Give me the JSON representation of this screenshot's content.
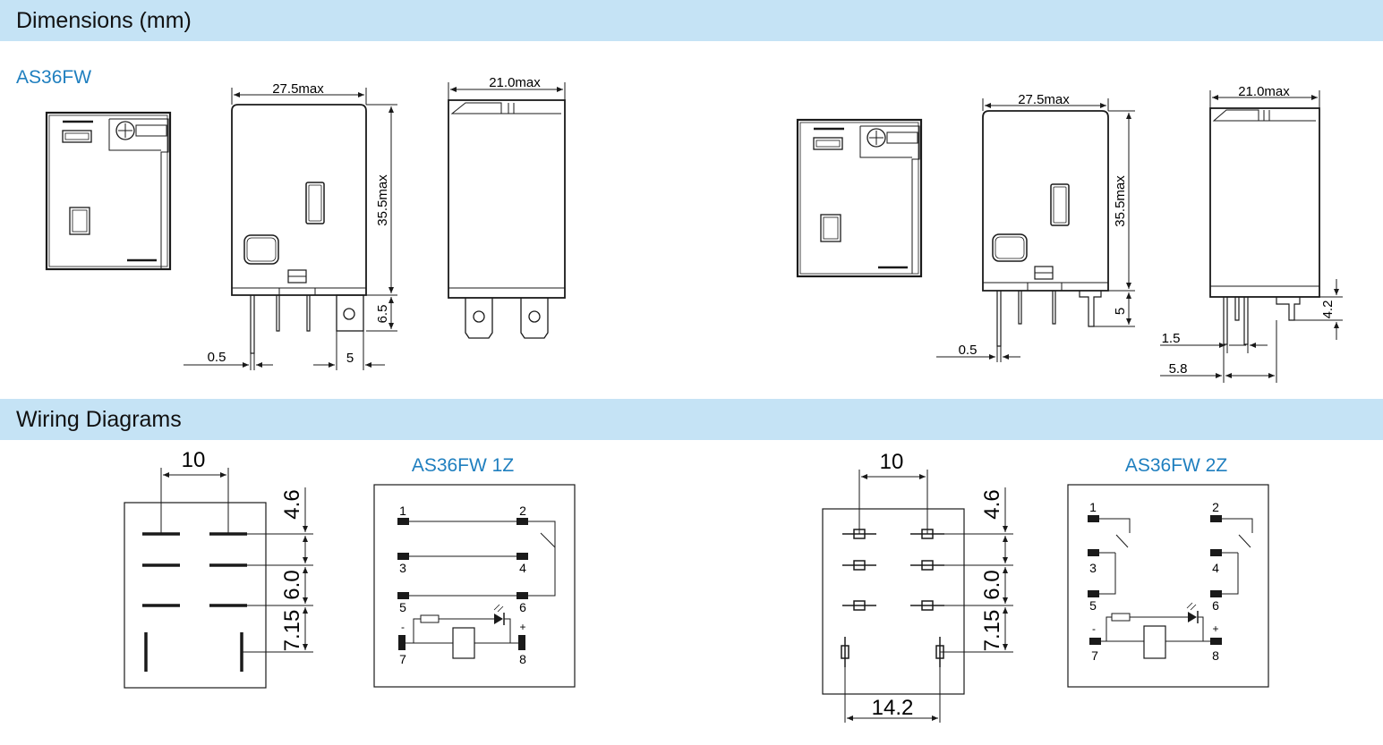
{
  "sections": {
    "dimensions_title": "Dimensions (mm)",
    "wiring_title": "Wiring Diagrams"
  },
  "dimensions": {
    "model": "AS36FW",
    "left": {
      "width_top": "27.5max",
      "depth_top": "21.0max",
      "height": "35.5max",
      "pin_len": "6.5",
      "pin_thk": "0.5",
      "lug_w": "5"
    },
    "right": {
      "width_top": "27.5max",
      "depth_top": "21.0max",
      "height": "35.5max",
      "pin_len": "5",
      "pin_thk": "0.5",
      "pin_side": "4.2",
      "pin_gap": "1.5",
      "pin_span": "5.8"
    }
  },
  "wiring": {
    "left": {
      "title": "AS36FW 1Z",
      "pitch_top": "10",
      "v1": "4.6",
      "v2": "6.0",
      "v3": "7.15",
      "terminals": [
        "1",
        "2",
        "3",
        "4",
        "5",
        "6",
        "7",
        "8"
      ],
      "minus": "-",
      "plus": "+"
    },
    "right": {
      "title": "AS36FW  2Z",
      "pitch_top": "10",
      "v1": "4.6",
      "v2": "6.0",
      "v3": "7.15",
      "pitch_bottom": "14.2",
      "terminals": [
        "1",
        "2",
        "3",
        "4",
        "5",
        "6",
        "7",
        "8"
      ],
      "minus": "-",
      "plus": "+"
    }
  },
  "colors": {
    "band": "#c5e3f5",
    "model_text": "#1f7fbf",
    "line": "#1a1a1a"
  }
}
